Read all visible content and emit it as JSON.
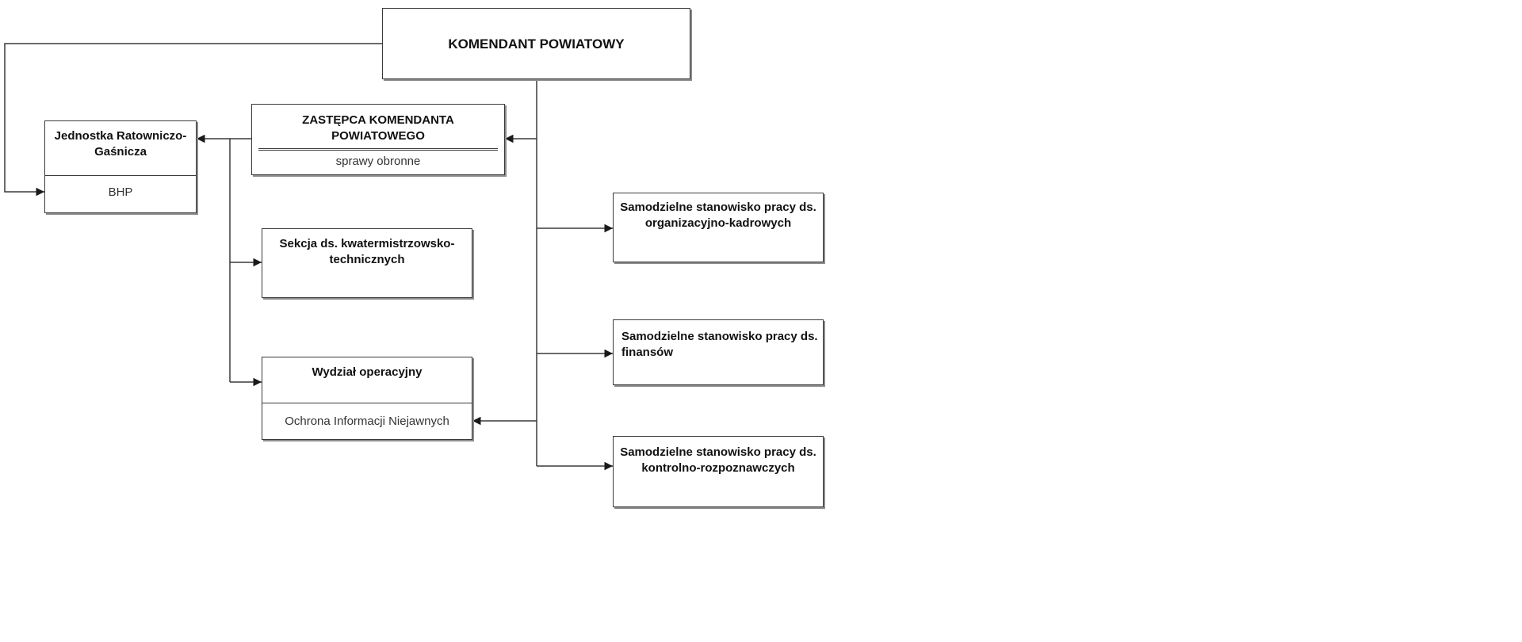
{
  "diagram": {
    "komendant": {
      "title": "KOMENDANT POWIATOWY"
    },
    "jednostka": {
      "title": "Jednostka Ratowniczo-Gaśnicza",
      "sub": "BHP"
    },
    "zastepca": {
      "title": "ZASTĘPCA KOMENDANTA POWIATOWEGO",
      "sub": "sprawy obronne"
    },
    "sekcja": {
      "title": "Sekcja ds. kwatermistrzowsko-technicznych"
    },
    "wydzial": {
      "title": "Wydział operacyjny",
      "sub": "Ochrona Informacji Niejawnych"
    },
    "stanowisko_kadry": {
      "title": "Samodzielne stanowisko pracy ds. organizacyjno-kadrowych"
    },
    "stanowisko_finanse": {
      "title": "Samodzielne stanowisko pracy ds. finansów"
    },
    "stanowisko_kontrola": {
      "title": "Samodzielne stanowisko pracy ds. kontrolno-rozpoznawczych"
    },
    "colors": {
      "line": "#3a3a3a",
      "shadow": "#8c8c8c",
      "background": "#ffffff"
    }
  }
}
